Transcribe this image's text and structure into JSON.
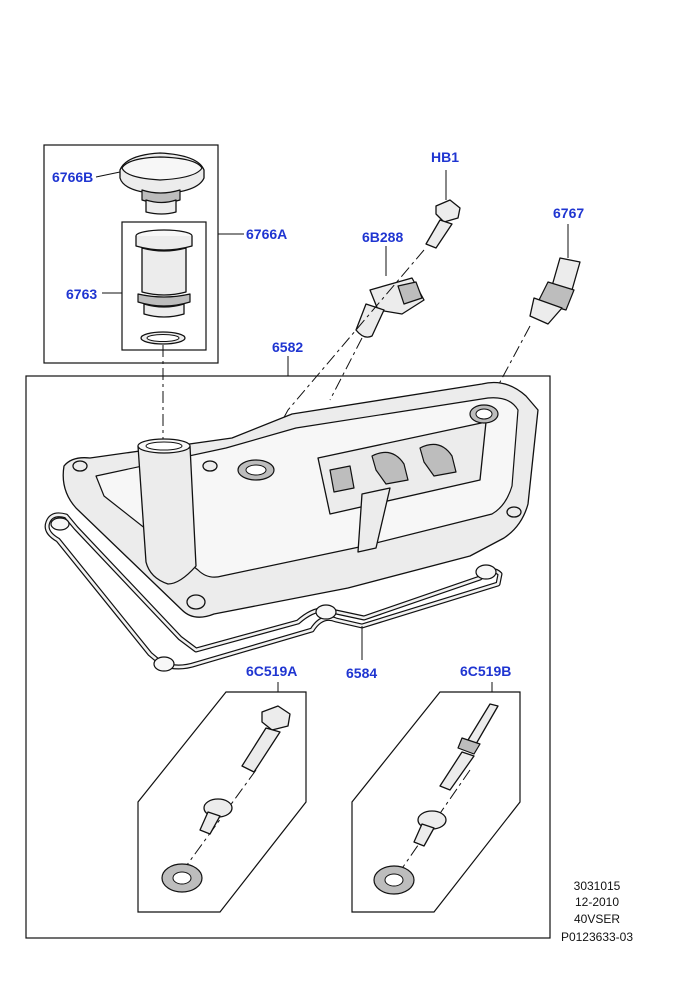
{
  "callouts": {
    "oil_filler_cap": "6766B",
    "filler_assembly": "6766A",
    "filler_neck": "6763",
    "bolt_hb1": "HB1",
    "sensor_6b288": "6B288",
    "sensor_6767": "6767",
    "valve_cover": "6582",
    "gasket": "6584",
    "bolt_kit_a": "6C519A",
    "stud_kit_b": "6C519B"
  },
  "reference": {
    "line1": "3031015",
    "line2": "12-2010",
    "line3": "40VSER",
    "line4": "P0123633-03"
  },
  "colors": {
    "callout": "#1f35d1",
    "linework": "#111111"
  }
}
